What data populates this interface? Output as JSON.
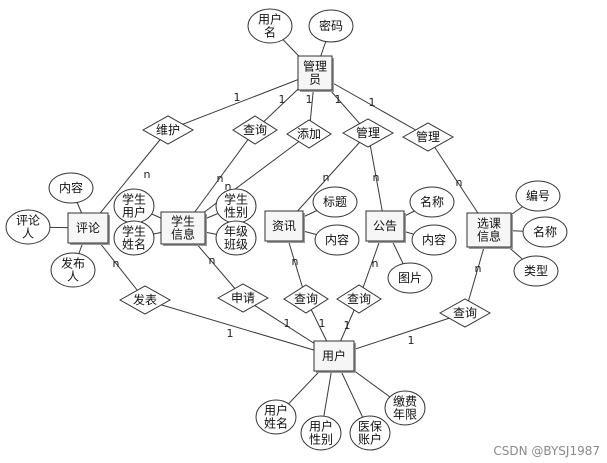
{
  "diagram": {
    "entities": {
      "admin": "管理员",
      "review": "评论",
      "studentinfo": "学生信息",
      "news": "资讯",
      "notice": "公告",
      "course": "选课信息",
      "user": "用户"
    },
    "relationships": {
      "maintain": "维护",
      "query_a": "查询",
      "add": "添加",
      "manage_a": "管理",
      "manage_b": "管理",
      "publish": "发表",
      "apply": "申请",
      "query_b": "查询",
      "query_c": "查询",
      "query_d": "查询"
    },
    "attributes": {
      "admin_user": "用户名",
      "admin_pass": "密码",
      "review_content": "内容",
      "review_commenter": "评论人",
      "review_publisher": "发布人",
      "stu_username": "学生用户",
      "stu_name": "学生姓名",
      "stu_gender": "学生性别",
      "stu_grade": "年级班级",
      "news_title": "标题",
      "news_content": "内容",
      "notice_name": "名称",
      "notice_content": "内容",
      "notice_image": "图片",
      "course_no": "编号",
      "course_name": "名称",
      "course_type": "类型",
      "user_name": "用户姓名",
      "user_gender": "用户性别",
      "user_insurance": "医保账户",
      "user_fee": "缴费年限"
    },
    "cardinalities": {
      "one": "1",
      "many": "n"
    }
  },
  "watermark": "CSDN @BYSJ1987"
}
